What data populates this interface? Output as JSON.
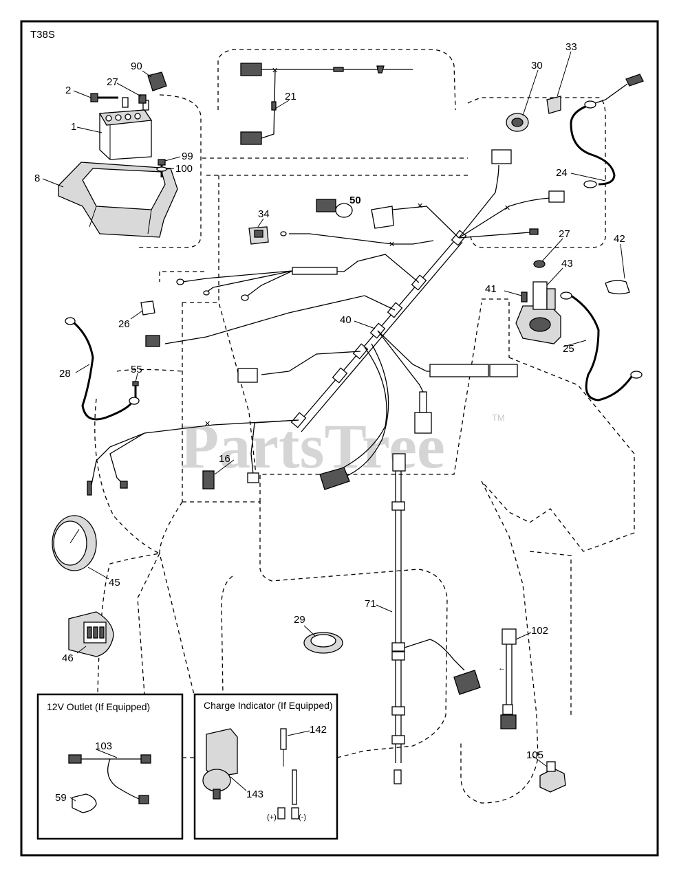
{
  "diagram_code": "T38S",
  "watermark": "PartsTree",
  "trademark": "TM",
  "callouts": [
    {
      "id": "90",
      "label": "90"
    },
    {
      "id": "2",
      "label": "2"
    },
    {
      "id": "27a",
      "label": "27"
    },
    {
      "id": "1",
      "label": "1"
    },
    {
      "id": "99",
      "label": "99"
    },
    {
      "id": "100",
      "label": "100"
    },
    {
      "id": "8",
      "label": "8"
    },
    {
      "id": "21",
      "label": "21"
    },
    {
      "id": "30",
      "label": "30"
    },
    {
      "id": "33",
      "label": "33"
    },
    {
      "id": "24",
      "label": "24"
    },
    {
      "id": "50",
      "label": "50"
    },
    {
      "id": "34",
      "label": "34"
    },
    {
      "id": "27b",
      "label": "27"
    },
    {
      "id": "42",
      "label": "42"
    },
    {
      "id": "43",
      "label": "43"
    },
    {
      "id": "41",
      "label": "41"
    },
    {
      "id": "26",
      "label": "26"
    },
    {
      "id": "40",
      "label": "40"
    },
    {
      "id": "25",
      "label": "25"
    },
    {
      "id": "28",
      "label": "28"
    },
    {
      "id": "55",
      "label": "55"
    },
    {
      "id": "16",
      "label": "16"
    },
    {
      "id": "45",
      "label": "45"
    },
    {
      "id": "71",
      "label": "71"
    },
    {
      "id": "29",
      "label": "29"
    },
    {
      "id": "102",
      "label": "102"
    },
    {
      "id": "46",
      "label": "46"
    },
    {
      "id": "103",
      "label": "103"
    },
    {
      "id": "59",
      "label": "59"
    },
    {
      "id": "142",
      "label": "142"
    },
    {
      "id": "143",
      "label": "143"
    },
    {
      "id": "105",
      "label": "105"
    }
  ],
  "insets": {
    "outlet": {
      "title": "12V Outlet (If Equipped)"
    },
    "charge": {
      "title": "Charge Indicator (If Equipped)",
      "minus": "(-)",
      "plus": "(+)"
    }
  }
}
